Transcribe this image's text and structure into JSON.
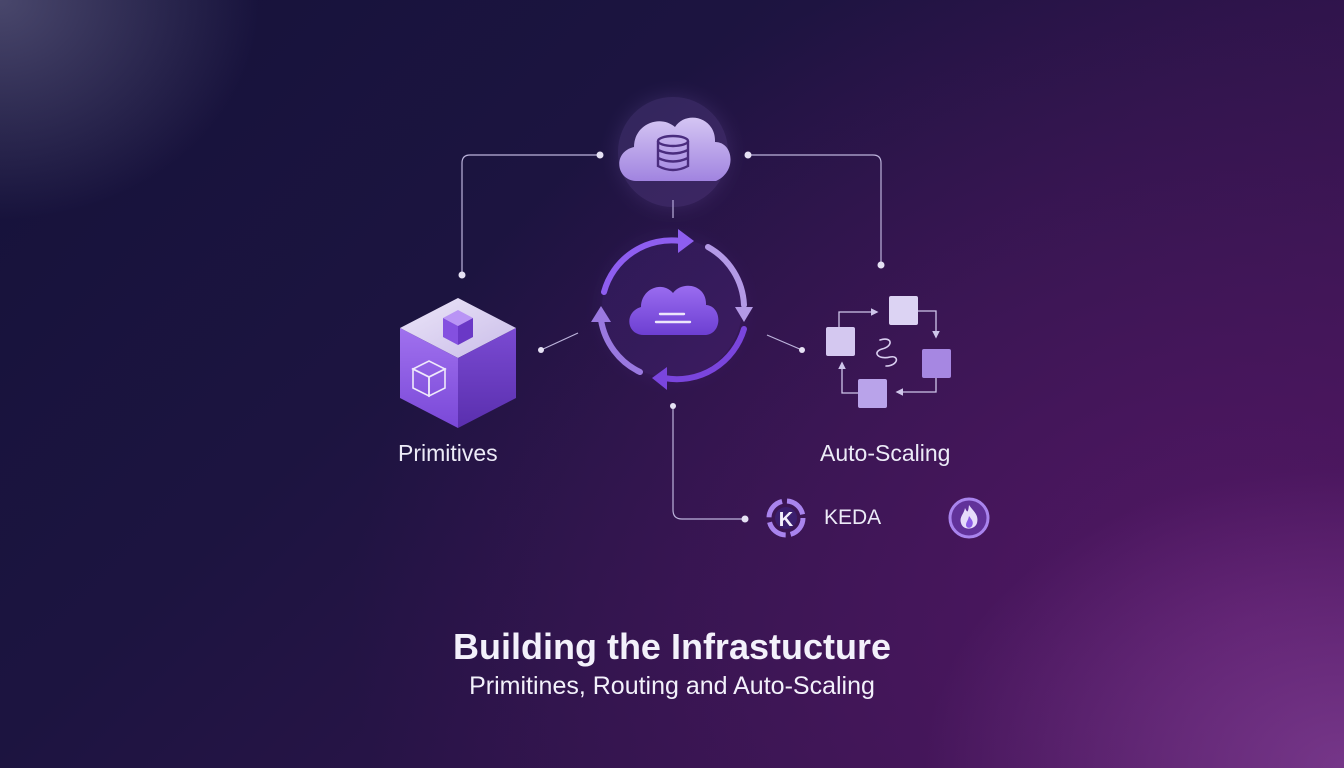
{
  "nodes": {
    "primitives": {
      "label": "Primitives"
    },
    "auto_scaling": {
      "label": "Auto-Scaling"
    },
    "keda": {
      "label": "KEDA",
      "logo_letter": "K"
    }
  },
  "footer": {
    "title": "Building the Infrastucture",
    "subtitle": "Primitines, Routing and Auto-Scaling"
  },
  "icons": {
    "top": "cloud-database-icon",
    "center": "cloud-cycle-icon",
    "left": "cube-icon",
    "right": "scaling-squares-icon",
    "keda": "keda-logo-icon",
    "flame": "flame-icon"
  },
  "colors": {
    "accent": "#8b5cf6",
    "accent_light": "#c4b0ee",
    "background": "#1a1440",
    "text": "#ecebf7"
  }
}
